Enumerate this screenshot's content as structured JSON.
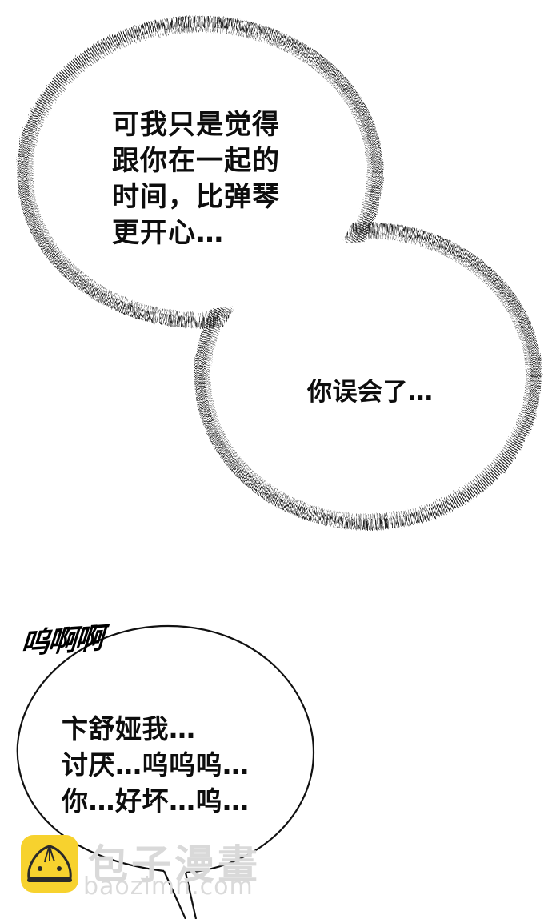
{
  "panel": {
    "type": "manga-panel",
    "background": "#ffffff"
  },
  "bubbles": [
    {
      "style": "spiky-thought",
      "lines": [
        "可我只是觉得",
        "跟你在一起的",
        "时间，比弹琴",
        "更开心…"
      ],
      "text": "可我只是觉得\n跟你在一起的\n时间，比弹琴\n更开心…"
    },
    {
      "style": "spiky-thought",
      "lines": [
        "你误会了…"
      ],
      "text": "你误会了…"
    },
    {
      "style": "round-speech",
      "lines": [
        "卞舒娅我…",
        "讨厌…呜呜呜…",
        "你…好坏…呜…"
      ],
      "text": "卞舒娅我…\n讨厌…呜呜呜…\n你…好坏…呜…"
    }
  ],
  "sound_effect": {
    "text": "呜啊啊"
  },
  "watermark": {
    "icon": "bun-mascot-icon",
    "title": "包子漫畫",
    "url": "baozimh.com",
    "logo_color": "#f7d22e",
    "text_color": "#d9d9d9"
  }
}
